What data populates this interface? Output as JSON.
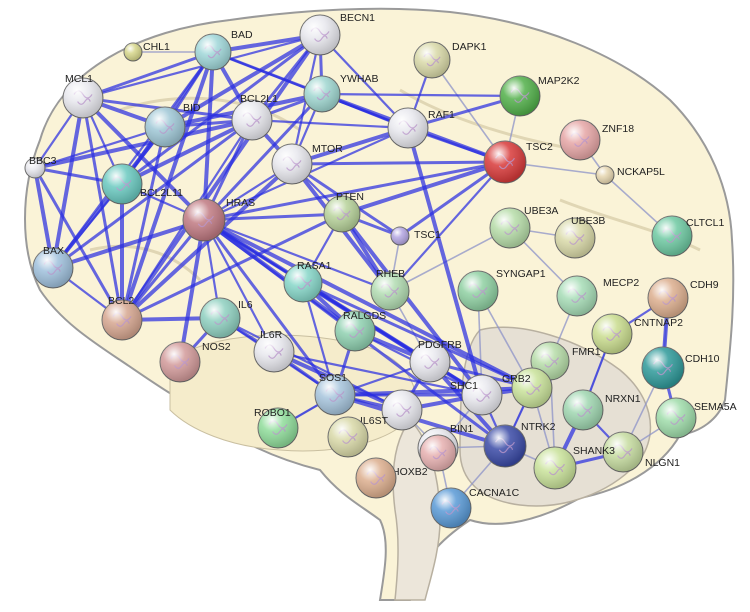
{
  "nodes": [
    {
      "id": "BECN1",
      "label": "BECN1",
      "color": "#e8e8ee"
    },
    {
      "id": "BAD",
      "label": "BAD",
      "color": "#9fd6d8"
    },
    {
      "id": "CHL1",
      "label": "CHL1",
      "color": "#d6d68a"
    },
    {
      "id": "DAPK1",
      "label": "DAPK1",
      "color": "#d9d9a8"
    },
    {
      "id": "MCL1",
      "label": "MCL1",
      "color": "#e8e8ee"
    },
    {
      "id": "YWHAB",
      "label": "YWHAB",
      "color": "#9fd6d0"
    },
    {
      "id": "MAP2K2",
      "label": "MAP2K2",
      "color": "#52b04a"
    },
    {
      "id": "BID",
      "label": "BID",
      "color": "#9fc7d6"
    },
    {
      "id": "BCL2L1",
      "label": "BCL2L1",
      "color": "#e8e8ee"
    },
    {
      "id": "RAF1",
      "label": "RAF1",
      "color": "#e8e8ee"
    },
    {
      "id": "ZNF18",
      "label": "ZNF18",
      "color": "#e6a6a6"
    },
    {
      "id": "TSC2",
      "label": "TSC2",
      "color": "#d83a3a"
    },
    {
      "id": "NCKAP5L",
      "label": "NCKAP5L",
      "color": "#e6d6b0"
    },
    {
      "id": "BBC3",
      "label": "BBC3",
      "color": "#e8e8ee"
    },
    {
      "id": "MTOR",
      "label": "MTOR",
      "color": "#e8e8ee"
    },
    {
      "id": "BCL2L11",
      "label": "BCL2L11",
      "color": "#6ac9c0"
    },
    {
      "id": "HRAS",
      "label": "HRAS",
      "color": "#c07a82"
    },
    {
      "id": "PTEN",
      "label": "PTEN",
      "color": "#b7d29a"
    },
    {
      "id": "UBE3A",
      "label": "UBE3A",
      "color": "#b6dca8"
    },
    {
      "id": "TSC1",
      "label": "TSC1",
      "color": "#b4a6e2"
    },
    {
      "id": "UBE3B",
      "label": "UBE3B",
      "color": "#d9d9a8"
    },
    {
      "id": "CLTCL1",
      "label": "CLTCL1",
      "color": "#6ec9a2"
    },
    {
      "id": "BAX",
      "label": "BAX",
      "color": "#9fc0dc"
    },
    {
      "id": "RASA1",
      "label": "RASA1",
      "color": "#86d6c8"
    },
    {
      "id": "RHEB",
      "label": "RHEB",
      "color": "#b2dcb2"
    },
    {
      "id": "SYNGAP1",
      "label": "SYNGAP1",
      "color": "#8fd0a2"
    },
    {
      "id": "MECP2",
      "label": "MECP2",
      "color": "#a6dcb6"
    },
    {
      "id": "CDH9",
      "label": "CDH9",
      "color": "#dcae8e"
    },
    {
      "id": "BCL2",
      "label": "BCL2",
      "color": "#d6a690"
    },
    {
      "id": "IL6",
      "label": "IL6",
      "color": "#8fd0c0"
    },
    {
      "id": "RALGDS",
      "label": "RALGDS",
      "color": "#8fd0b0"
    },
    {
      "id": "CNTNAP2",
      "label": "CNTNAP2",
      "color": "#c9dc8e"
    },
    {
      "id": "NOS2",
      "label": "NOS2",
      "color": "#d29a9a"
    },
    {
      "id": "IL6R",
      "label": "IL6R",
      "color": "#e8e8ee"
    },
    {
      "id": "PDGFRB",
      "label": "PDGFRB",
      "color": "#e8e8ee"
    },
    {
      "id": "FMR1",
      "label": "FMR1",
      "color": "#b6dca8"
    },
    {
      "id": "CDH10",
      "label": "CDH10",
      "color": "#2f9a9a"
    },
    {
      "id": "GRB2",
      "label": "GRB2",
      "color": "#c9e29a"
    },
    {
      "id": "SOS1",
      "label": "SOS1",
      "color": "#a6c4dc"
    },
    {
      "id": "SHC1",
      "label": "SHC1",
      "color": "#e8e8ee"
    },
    {
      "id": "NRXN1",
      "label": "NRXN1",
      "color": "#9fd6b0"
    },
    {
      "id": "ROBO1",
      "label": "ROBO1",
      "color": "#8fdc9a"
    },
    {
      "id": "IL6ST",
      "label": "IL6ST",
      "color": "#e8e8ee"
    },
    {
      "id": "BIN1",
      "label": "BIN1",
      "color": "#e8e8ee"
    },
    {
      "id": "SEMA5A",
      "label": "SEMA5A",
      "color": "#9fdcaa"
    },
    {
      "id": "NTRK2",
      "label": "NTRK2",
      "color": "#3a4aa6"
    },
    {
      "id": "NLGN1",
      "label": "NLGN1",
      "color": "#c6dca0"
    },
    {
      "id": "HOXB2",
      "label": "HOXB2",
      "color": "#e6b0b0"
    },
    {
      "id": "SHANK3",
      "label": "SHANK3",
      "color": "#c9e29a"
    },
    {
      "id": "CACNA1C",
      "label": "CACNA1C",
      "color": "#5a9ad6"
    },
    {
      "id": "IL6ST_PARTNER",
      "label": "",
      "color": "#d9d9a8"
    },
    {
      "id": "EXTRA_ORANGE",
      "label": "",
      "color": "#dcae8e"
    }
  ],
  "edges_strong": [
    [
      "BAD",
      "BECN1"
    ],
    [
      "BAD",
      "MCL1"
    ],
    [
      "BAD",
      "BID"
    ],
    [
      "BAD",
      "BCL2L1"
    ],
    [
      "BAD",
      "BCL2L11"
    ],
    [
      "BAD",
      "BAX"
    ],
    [
      "BAD",
      "BCL2"
    ],
    [
      "BAD",
      "YWHAB"
    ],
    [
      "BAD",
      "RAF1"
    ],
    [
      "BAD",
      "HRAS"
    ],
    [
      "BECN1",
      "BCL2L1"
    ],
    [
      "BECN1",
      "MCL1"
    ],
    [
      "BECN1",
      "BID"
    ],
    [
      "BECN1",
      "BCL2L11"
    ],
    [
      "BECN1",
      "MTOR"
    ],
    [
      "BECN1",
      "BCL2"
    ],
    [
      "BECN1",
      "YWHAB"
    ],
    [
      "BECN1",
      "RAF1"
    ],
    [
      "MCL1",
      "BID"
    ],
    [
      "MCL1",
      "BCL2L1"
    ],
    [
      "MCL1",
      "BCL2L11"
    ],
    [
      "MCL1",
      "BAX"
    ],
    [
      "MCL1",
      "BCL2"
    ],
    [
      "MCL1",
      "BBC3"
    ],
    [
      "MCL1",
      "HRAS"
    ],
    [
      "BID",
      "BCL2L1"
    ],
    [
      "BID",
      "BCL2L11"
    ],
    [
      "BID",
      "BAX"
    ],
    [
      "BID",
      "BCL2"
    ],
    [
      "BID",
      "BBC3"
    ],
    [
      "BCL2L1",
      "BCL2L11"
    ],
    [
      "BCL2L1",
      "BAX"
    ],
    [
      "BCL2L1",
      "BCL2"
    ],
    [
      "BCL2L1",
      "BBC3"
    ],
    [
      "BCL2L1",
      "YWHAB"
    ],
    [
      "BCL2L1",
      "RAF1"
    ],
    [
      "BCL2L1",
      "MTOR"
    ],
    [
      "BCL2L1",
      "HRAS"
    ],
    [
      "BCL2L11",
      "BAX"
    ],
    [
      "BCL2L11",
      "BCL2"
    ],
    [
      "BCL2L11",
      "BBC3"
    ],
    [
      "BCL2L11",
      "HRAS"
    ],
    [
      "BBC3",
      "BAX"
    ],
    [
      "BBC3",
      "BCL2"
    ],
    [
      "BAX",
      "BCL2"
    ],
    [
      "BAX",
      "HRAS"
    ],
    [
      "YWHAB",
      "RAF1"
    ],
    [
      "YWHAB",
      "MTOR"
    ],
    [
      "YWHAB",
      "TSC2"
    ],
    [
      "YWHAB",
      "HRAS"
    ],
    [
      "YWHAB",
      "MAP2K2"
    ],
    [
      "YWHAB",
      "BID"
    ],
    [
      "RAF1",
      "MAP2K2"
    ],
    [
      "RAF1",
      "HRAS"
    ],
    [
      "RAF1",
      "MTOR"
    ],
    [
      "RAF1",
      "TSC2"
    ],
    [
      "RAF1",
      "DAPK1"
    ],
    [
      "RAF1",
      "SHC1"
    ],
    [
      "MTOR",
      "TSC2"
    ],
    [
      "MTOR",
      "PTEN"
    ],
    [
      "MTOR",
      "RHEB"
    ],
    [
      "MTOR",
      "TSC1"
    ],
    [
      "MTOR",
      "HRAS"
    ],
    [
      "MTOR",
      "BCL2"
    ],
    [
      "TSC2",
      "TSC1"
    ],
    [
      "TSC2",
      "RHEB"
    ],
    [
      "TSC2",
      "PTEN"
    ],
    [
      "TSC2",
      "HRAS"
    ],
    [
      "HRAS",
      "RASA1"
    ],
    [
      "HRAS",
      "RALGDS"
    ],
    [
      "HRAS",
      "SOS1"
    ],
    [
      "HRAS",
      "SHC1"
    ],
    [
      "HRAS",
      "GRB2"
    ],
    [
      "HRAS",
      "PTEN"
    ],
    [
      "HRAS",
      "IL6"
    ],
    [
      "HRAS",
      "PDGFRB"
    ],
    [
      "HRAS",
      "BCL2"
    ],
    [
      "HRAS",
      "RHEB"
    ],
    [
      "HRAS",
      "NOS2"
    ],
    [
      "HRAS",
      "NTRK2"
    ],
    [
      "HRAS",
      "IL6R"
    ],
    [
      "PTEN",
      "RHEB"
    ],
    [
      "PTEN",
      "TSC1"
    ],
    [
      "PTEN",
      "RASA1"
    ],
    [
      "PTEN",
      "SHC1"
    ],
    [
      "PTEN",
      "BCL2"
    ],
    [
      "RASA1",
      "SOS1"
    ],
    [
      "RASA1",
      "RALGDS"
    ],
    [
      "RASA1",
      "GRB2"
    ],
    [
      "RASA1",
      "PDGFRB"
    ],
    [
      "RASA1",
      "SHC1"
    ],
    [
      "RALGDS",
      "SOS1"
    ],
    [
      "RALGDS",
      "SHC1"
    ],
    [
      "RALGDS",
      "PDGFRB"
    ],
    [
      "IL6",
      "IL6R"
    ],
    [
      "IL6",
      "IL6ST"
    ],
    [
      "IL6",
      "BCL2"
    ],
    [
      "IL6",
      "NOS2"
    ],
    [
      "IL6",
      "SOS1"
    ],
    [
      "IL6R",
      "IL6ST"
    ],
    [
      "IL6R",
      "SOS1"
    ],
    [
      "IL6R",
      "SHC1"
    ],
    [
      "SOS1",
      "GRB2"
    ],
    [
      "SOS1",
      "SHC1"
    ],
    [
      "SOS1",
      "PDGFRB"
    ],
    [
      "SOS1",
      "NTRK2"
    ],
    [
      "SOS1",
      "IL6ST"
    ],
    [
      "SOS1",
      "ROBO1"
    ],
    [
      "SHC1",
      "GRB2"
    ],
    [
      "SHC1",
      "PDGFRB"
    ],
    [
      "SHC1",
      "NTRK2"
    ],
    [
      "SHC1",
      "IL6ST"
    ],
    [
      "GRB2",
      "PDGFRB"
    ],
    [
      "GRB2",
      "NTRK2"
    ],
    [
      "PDGFRB",
      "NTRK2"
    ],
    [
      "PDGFRB",
      "IL6ST"
    ],
    [
      "NRXN1",
      "NLGN1"
    ],
    [
      "NRXN1",
      "SHANK3"
    ],
    [
      "NLGN1",
      "SHANK3"
    ],
    [
      "CNTNAP2",
      "NRXN1"
    ],
    [
      "CDH10",
      "CDH9"
    ],
    [
      "CDH10",
      "SEMA5A"
    ],
    [
      "CDH9",
      "CNTNAP2"
    ]
  ],
  "edges_weak": [
    [
      "UBE3A",
      "MECP2"
    ],
    [
      "UBE3A",
      "UBE3B"
    ],
    [
      "UBE3A",
      "RHEB"
    ],
    [
      "MECP2",
      "FMR1"
    ],
    [
      "SYNGAP1",
      "GRB2"
    ],
    [
      "SYNGAP1",
      "SHC1"
    ],
    [
      "FMR1",
      "GRB2"
    ],
    [
      "FMR1",
      "SHANK3"
    ],
    [
      "GRB2",
      "NTRK2"
    ],
    [
      "GRB2",
      "SHANK3"
    ],
    [
      "NRXN1",
      "CNTNAP2"
    ],
    [
      "CDH10",
      "NLGN1"
    ],
    [
      "CDH9",
      "CDH10"
    ],
    [
      "NCKAP5L",
      "ZNF18"
    ],
    [
      "NCKAP5L",
      "CLTCL1"
    ],
    [
      "NCKAP5L",
      "TSC2"
    ],
    [
      "TSC1",
      "RHEB"
    ],
    [
      "RHEB",
      "PDGFRB"
    ],
    [
      "CHL1",
      "BAD"
    ],
    [
      "DAPK1",
      "TSC2"
    ],
    [
      "MAP2K2",
      "TSC2"
    ],
    [
      "HOXB2",
      "BIN1"
    ],
    [
      "BIN1",
      "NTRK2"
    ],
    [
      "BIN1",
      "SHC1"
    ],
    [
      "CACNA1C",
      "NTRK2"
    ],
    [
      "CACNA1C",
      "BIN1"
    ],
    [
      "SHANK3",
      "NTRK2"
    ],
    [
      "SEMA5A",
      "NLGN1"
    ],
    [
      "IL6ST",
      "BIN1"
    ],
    [
      "ROBO1",
      "SOS1"
    ]
  ]
}
